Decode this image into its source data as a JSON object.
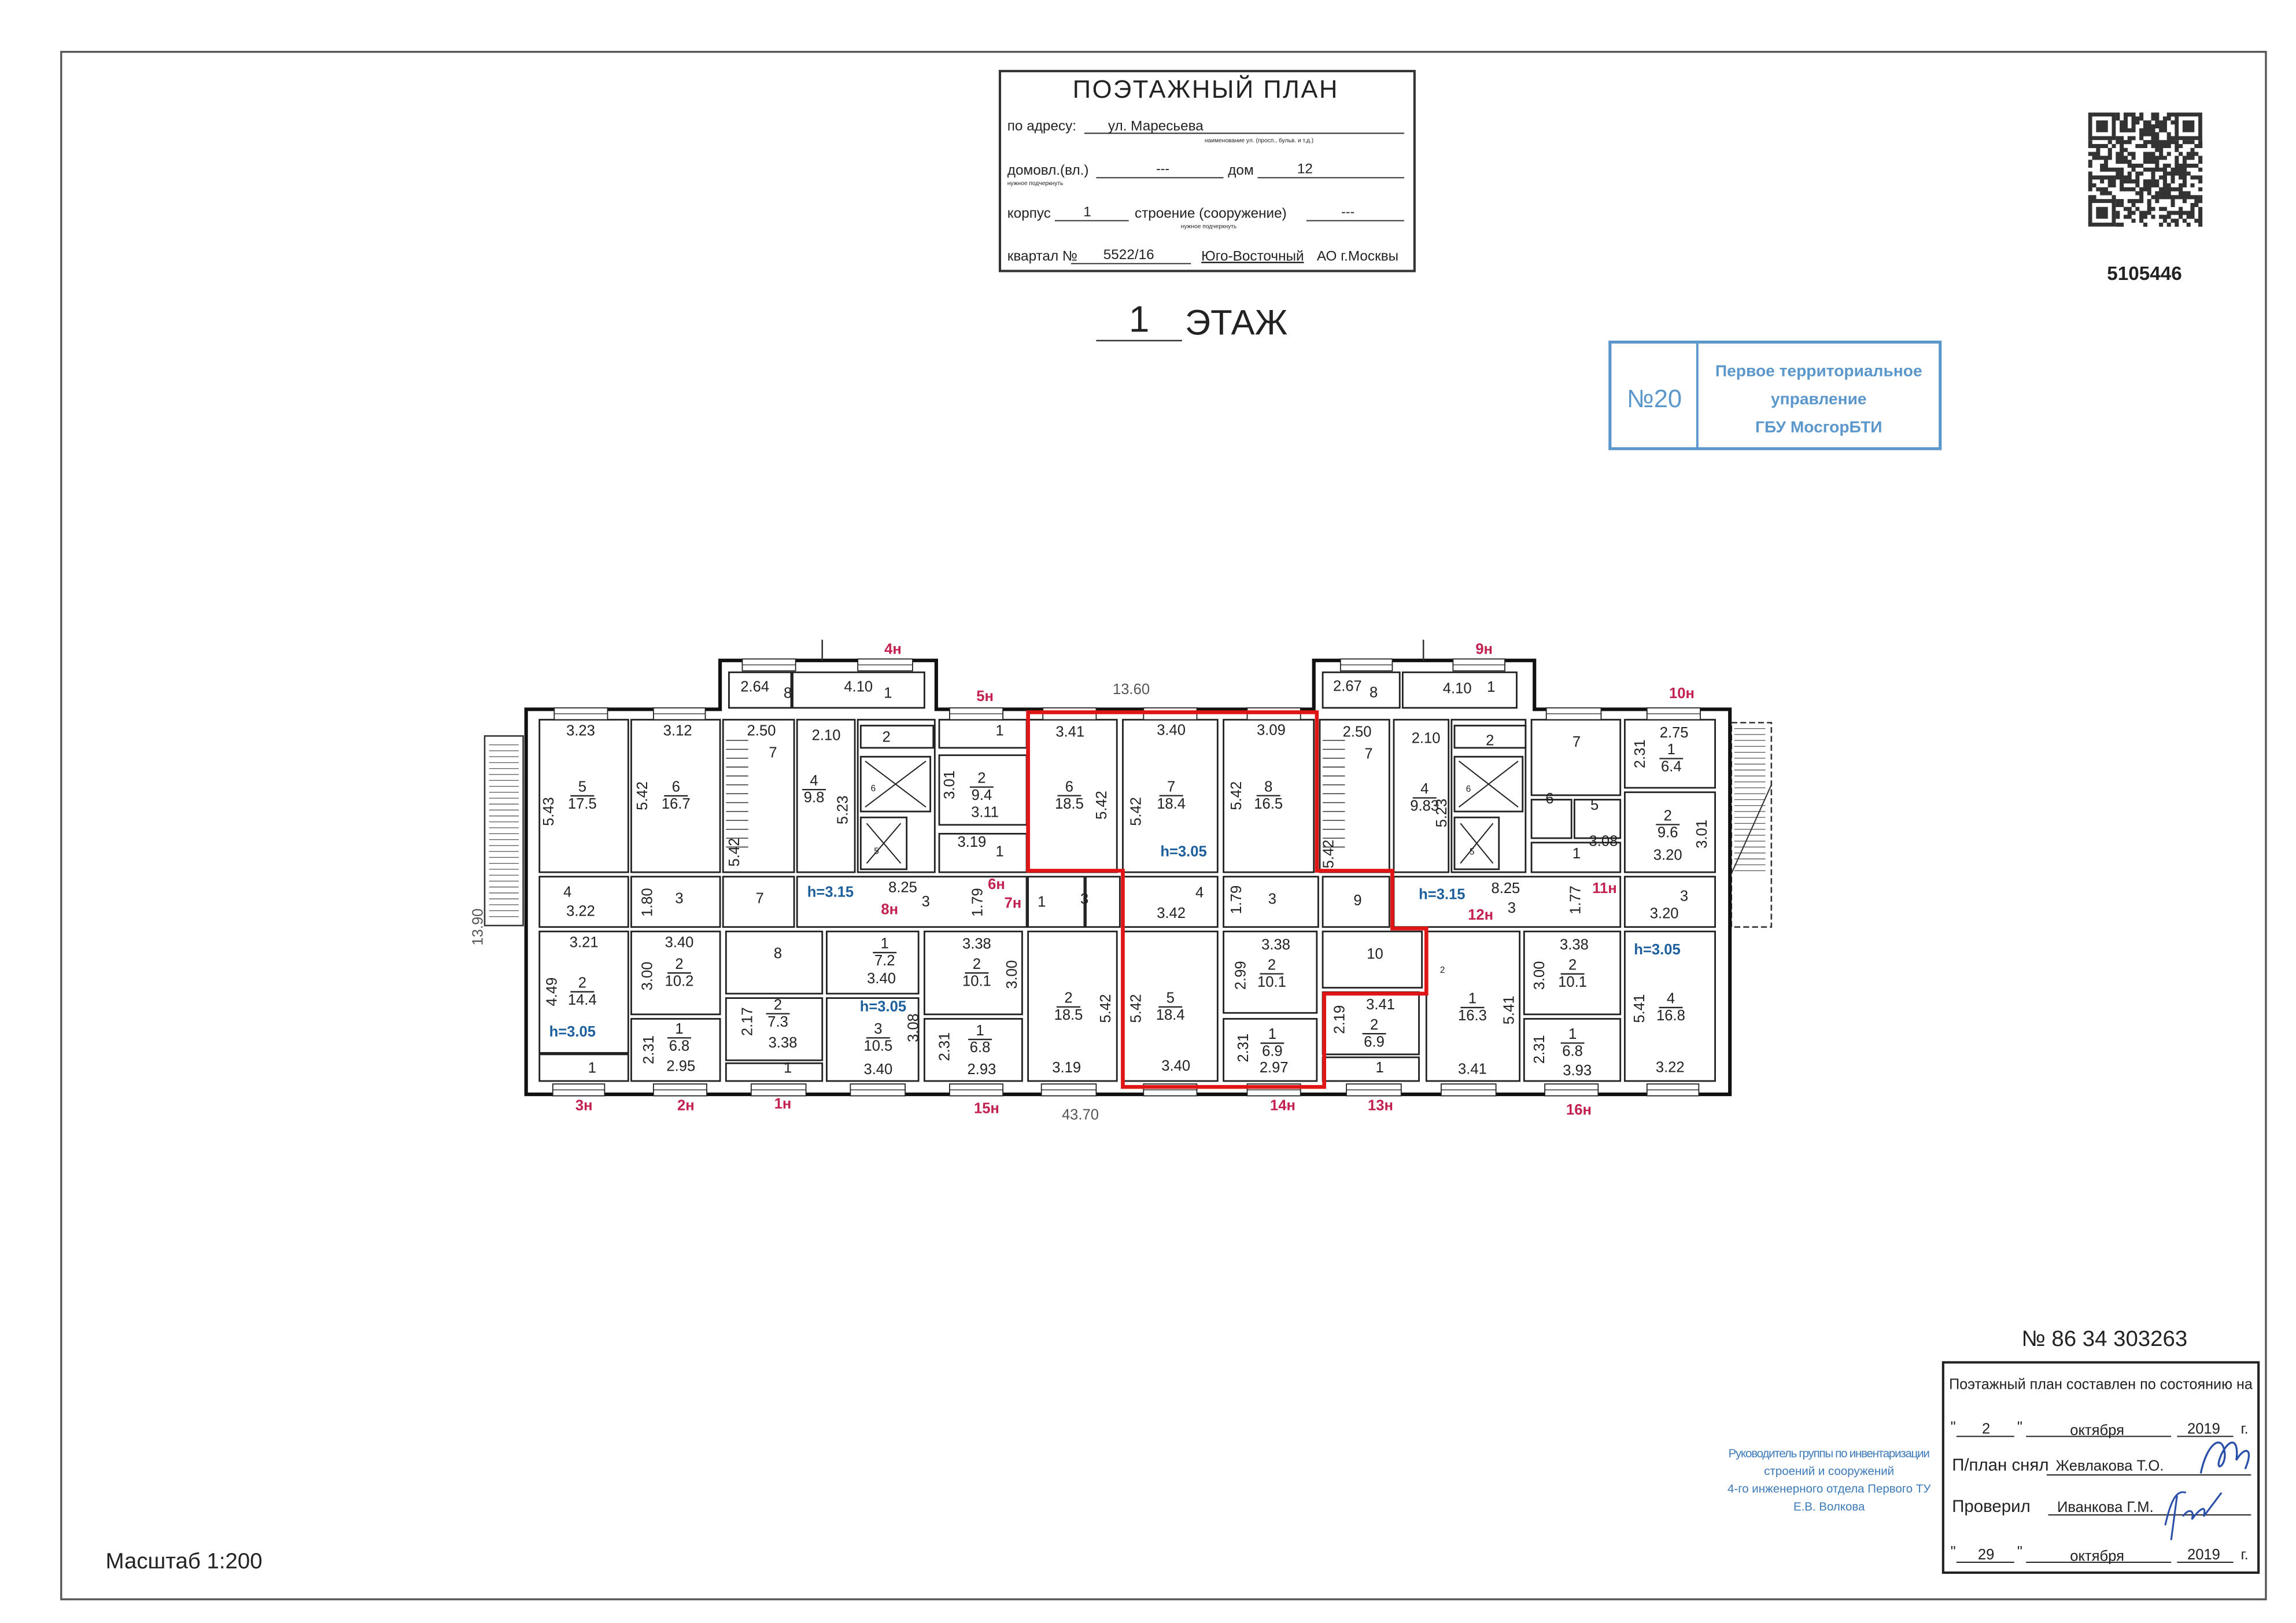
{
  "header": {
    "title": "ПОЭТАЖНЫЙ ПЛАН",
    "address_label": "по адресу:",
    "address_value": "ул. Маресьева",
    "address_caption": "наименование ул. (просп., бульв. и т.д.)",
    "domovl_label": "домовл.(вл.)",
    "domovl_value": "---",
    "dom_label": "дом",
    "dom_value": "12",
    "underline_caption": "нужное подчеркнуть",
    "korpus_label": "корпус",
    "korpus_value": "1",
    "stroenie_label": "строение (сооружение)",
    "stroenie_value": "---",
    "kvartal_label": "квартал №",
    "kvartal_value": "5522/16",
    "district": "Юго-Восточный",
    "city": "АО г.Москвы"
  },
  "floor": {
    "number": "1",
    "label": "ЭТАЖ"
  },
  "qr": {
    "code_number": "5105446"
  },
  "stamp": {
    "number": "№20",
    "lines": [
      "Первое территориальное",
      "управление",
      "ГБУ МосгорБТИ"
    ]
  },
  "document_number": "№ 86 34 303263",
  "scale": "Масштаб 1:200",
  "approval_note": [
    "Руководитель группы по инвентаризации",
    "строений и сооружений",
    "4-го инженерного отдела Первого ТУ",
    "Е.В. Волкова"
  ],
  "status_box": {
    "heading": "Поэтажный план составлен по состоянию на",
    "date1": {
      "day": "2",
      "month": "октября",
      "year": "2019",
      "suffix": "г."
    },
    "made_by_label": "П/план снял",
    "made_by": "Жевлакова Т.О.",
    "checked_label": "Проверил",
    "checked_by": "Иванкова Г.М.",
    "date2": {
      "day": "29",
      "month": "октября",
      "year": "2019",
      "suffix": "г."
    }
  },
  "plan": {
    "overall_height": "13.90",
    "left": [
      "2.64",
      "8",
      "4.10",
      "1",
      "4н",
      "5н",
      "3.23",
      "3.12",
      "2.50",
      "7",
      "2.10",
      "2",
      "1",
      [
        "5",
        "17.5"
      ],
      "5.43",
      "5.42",
      [
        "6",
        "16.7"
      ],
      [
        "4",
        "9.8"
      ],
      "5.23",
      "5.42",
      "3.01",
      [
        "2",
        "9.4"
      ],
      "3.11",
      "3.19",
      "1",
      "4",
      "3.22",
      "1.80",
      "3",
      "7",
      "h=3.15",
      "8.25",
      "3",
      "1.79",
      "6н",
      "7н",
      "8н",
      "3.21",
      "4.49",
      [
        "2",
        "14.4"
      ],
      "h=3.05",
      "3.40",
      "3.00",
      [
        "2",
        "10.2"
      ],
      "8",
      [
        "1",
        "7.2"
      ],
      "3.40",
      "3.38",
      [
        "2",
        "10.1"
      ],
      "3.00",
      "2.17",
      [
        "2",
        "7.3"
      ],
      "3.38",
      "h=3.05",
      [
        "3",
        "10.5"
      ],
      "3.08",
      "3.40",
      "2.31",
      [
        "1",
        "6.8"
      ],
      "2.95",
      "2.31",
      [
        "1",
        "6.8"
      ],
      "2.93",
      "1",
      "1",
      "3н",
      "2н",
      "1н",
      "15н",
      "6",
      "5"
    ],
    "middle": [
      "13.60",
      "2.67",
      "8",
      "3.41",
      "3.40",
      "3.09",
      "2.50",
      "7",
      "2.10",
      [
        "6",
        "18.5"
      ],
      "5.42",
      "5.42",
      [
        "7",
        "18.4"
      ],
      "h=3.05",
      "5.42",
      [
        "8",
        "16.5"
      ],
      "5.42",
      [
        "4",
        "9.83"
      ],
      "5.23",
      "1",
      "3",
      "4",
      "3.42",
      "1.79",
      "3",
      "9",
      "3.38",
      "2.99",
      [
        "2",
        "10.1"
      ],
      "10",
      [
        "2",
        "18.5"
      ],
      "5.42",
      "3.19",
      "5.42",
      [
        "5",
        "18.4"
      ],
      "3.40",
      "2.31",
      [
        "1",
        "6.9"
      ],
      "2.97",
      "2.19",
      "3.41",
      [
        "2",
        "6.9"
      ],
      "1",
      "14н",
      "13н",
      "43.70",
      "2"
    ],
    "right": [
      "9н",
      "4.10",
      "1",
      "2",
      "7",
      "10н",
      "2.75",
      "2.31",
      [
        "1",
        "6.4"
      ],
      "6",
      "5",
      [
        "2",
        "9.6"
      ],
      "3.01",
      "3.20",
      "1",
      "3.08",
      "h=3.15",
      "8.25",
      "3",
      "1.77",
      "11н",
      "12н",
      "3",
      "3.20",
      "3.38",
      "3.00",
      [
        "2",
        "10.1"
      ],
      "h=3.05",
      [
        "1",
        "16.3"
      ],
      "5.41",
      "3.41",
      "2.31",
      [
        "1",
        "6.8"
      ],
      "3.93",
      "16н",
      "5.41",
      [
        "4",
        "16.8"
      ],
      "3.22",
      "6",
      "5"
    ]
  },
  "colors": {
    "highlight": "#e01515",
    "stamp": "#4a8cc6",
    "axis_labels": "#c2214f",
    "height_labels": "#1d5e9c"
  }
}
